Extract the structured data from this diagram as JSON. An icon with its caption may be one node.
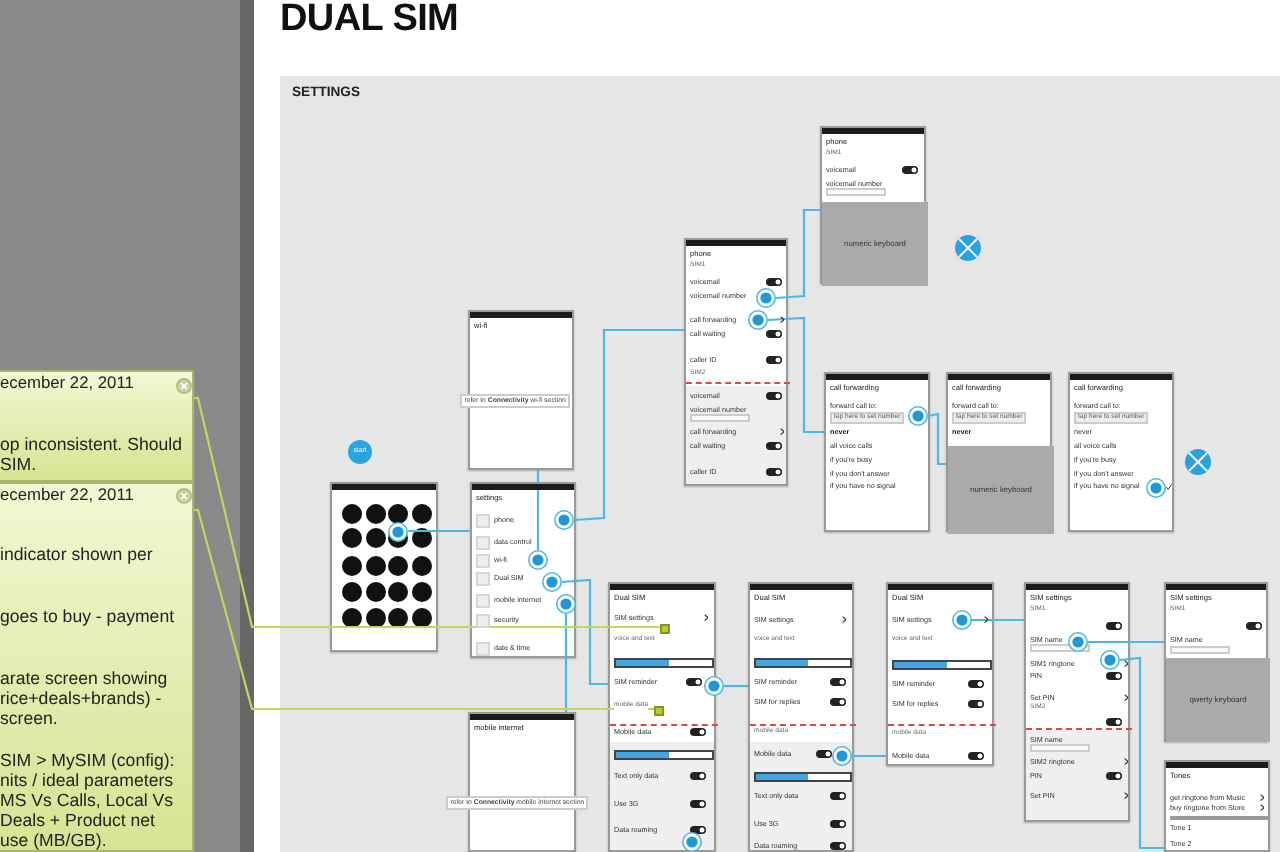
{
  "diagram": {
    "title": "DUAL SIM",
    "nodes": [
      {
        "text": [
          "SETTINGS"
        ]
      },
      {
        "text": [
          "start"
        ],
        "in": 0
      },
      {
        "text": [],
        "shape": "picture",
        "in": 0
      },
      {
        "text": [],
        "shape": "circle",
        "in": 2
      },
      {
        "text": [
          "wi-fi",
          "refer to **Connectivity** wi-fi section"
        ],
        "in": 0
      },
      {
        "text": [
          "settings",
          "phone",
          "data control",
          "wi-fi",
          "Dual SIM",
          "mobile internet",
          "security",
          "date & time"
        ],
        "in": 0
      },
      {
        "text": [],
        "shape": "circle",
        "in": 5
      },
      {
        "text": [],
        "shape": "circle",
        "in": 5
      },
      {
        "text": [],
        "shape": "circle",
        "in": 5
      },
      {
        "text": [],
        "shape": "circle",
        "in": 5
      },
      {
        "text": [
          "mobile internet",
          "refer to **Connectivity** mobile internet section"
        ],
        "in": 0
      },
      {
        "text": [
          "phone",
          "SIM1",
          "voicemail",
          "voicemail number",
          "call forwarding",
          "call waiting",
          "caller ID",
          "SIM2",
          "voicemail",
          "voicemail number",
          "call forwarding",
          "call waiting",
          "caller ID"
        ],
        "in": 0
      },
      {
        "text": [],
        "shape": "circle",
        "in": 11
      },
      {
        "text": [],
        "shape": "circle",
        "in": 11
      },
      {
        "text": [
          "phone",
          "SIM1",
          "voicemail",
          "voicemail number"
        ],
        "in": 0
      },
      {
        "text": [
          "numeric keyboard"
        ],
        "in": 14
      },
      {
        "text": [
          "call forwarding",
          "forward call to:",
          "tap here to set number",
          "never",
          "all voice calls",
          "if you're busy",
          "if you don't answer",
          "if you have no signal"
        ],
        "in": 0
      },
      {
        "text": [],
        "shape": "circle",
        "in": 16
      },
      {
        "text": [
          "call forwarding",
          "forward call to:",
          "tap here to set number",
          "never"
        ],
        "in": 0
      },
      {
        "text": [
          "numeric keyboard"
        ],
        "in": 18
      },
      {
        "text": [
          "call forwarding",
          "forward call to:",
          "tap here to set number",
          "never",
          "all voice calls",
          "if you're busy",
          "if you don't answer",
          "if you have no signal"
        ],
        "in": 0
      },
      {
        "text": [],
        "shape": "circle",
        "in": 20
      },
      {
        "text": [
          "Dual SIM",
          "SIM settings",
          "voice and text",
          "SIM reminder",
          "mobile data",
          "Mobile data",
          "Text only data",
          "Use 3G",
          "Data roaming"
        ],
        "in": 0
      },
      {
        "text": [],
        "shape": "box",
        "in": 22
      },
      {
        "text": [],
        "shape": "box",
        "in": 22
      },
      {
        "text": [],
        "shape": "circle",
        "in": 22
      },
      {
        "text": [],
        "shape": "circle",
        "in": 22
      },
      {
        "text": [
          "Dual SIM",
          "SIM settings",
          "voice and text",
          "SIM reminder",
          "SIM for replies",
          "mobile data",
          "Mobile data",
          "Text only data",
          "Use 3G",
          "Data roaming"
        ],
        "in": 0
      },
      {
        "text": [],
        "shape": "circle",
        "in": 27
      },
      {
        "text": [
          "Dual SIM",
          "SIM settings",
          "voice and text",
          "SIM reminder",
          "SIM for replies",
          "mobile data",
          "Mobile data"
        ],
        "in": 0
      },
      {
        "text": [],
        "shape": "circle",
        "in": 29
      },
      {
        "text": [
          "SIM settings",
          "SIM1",
          "SIM name",
          "SIM1 ringtone",
          "PIN",
          "Set PIN",
          "SIM2",
          "SIM name",
          "SIM2 ringtone",
          "PIN",
          "Set PIN"
        ],
        "in": 0
      },
      {
        "text": [],
        "shape": "circle",
        "in": 31
      },
      {
        "text": [],
        "shape": "circle",
        "in": 31
      },
      {
        "text": [
          "SIM settings",
          "SIM1",
          "SIM name"
        ],
        "in": 0
      },
      {
        "text": [
          "qwerty keyboard"
        ],
        "in": 34
      },
      {
        "text": [
          "Tones",
          "get ringtone from Music",
          "buy ringtone from Store",
          "Tone 1",
          "Tone 2"
        ],
        "in": 0
      },
      {
        "text": [
          "ecember 22, 2011",
          "op inconsistent. Should SIM."
        ]
      },
      {
        "text": [
          "ecember 22, 2011",
          "indicator shown per",
          "goes to buy - payment",
          "arate screen showing rice+deals+brands) - screen.",
          "SIM > MySIM (config): nits / ideal parameters MS Vs Calls, Local Vs Deals + Product net use (MB/GB)."
        ]
      }
    ],
    "edges": [
      {
        "from": 3,
        "to": 5,
        "arrow": "none"
      },
      {
        "from": 6,
        "to": 11,
        "arrow": "none"
      },
      {
        "from": 7,
        "to": 4,
        "arrow": "none"
      },
      {
        "from": 8,
        "to": 22,
        "arrow": "none"
      },
      {
        "from": 9,
        "to": 10,
        "arrow": "none"
      },
      {
        "from": 12,
        "to": 14,
        "arrow": "none"
      },
      {
        "from": 13,
        "to": 16,
        "arrow": "none"
      },
      {
        "from": 17,
        "to": 18,
        "arrow": "none"
      },
      {
        "from": 25,
        "to": 27,
        "arrow": "none"
      },
      {
        "from": 28,
        "to": 29,
        "arrow": "none"
      },
      {
        "from": 30,
        "to": 31,
        "arrow": "none"
      },
      {
        "from": 32,
        "to": 34,
        "arrow": "none"
      },
      {
        "from": 33,
        "to": 36,
        "arrow": "none"
      },
      {
        "from": 37,
        "to": 23,
        "arrow": "none",
        "color": "#c4d65e"
      },
      {
        "from": 38,
        "to": 24,
        "arrow": "none",
        "color": "#c4d65e"
      }
    ]
  }
}
